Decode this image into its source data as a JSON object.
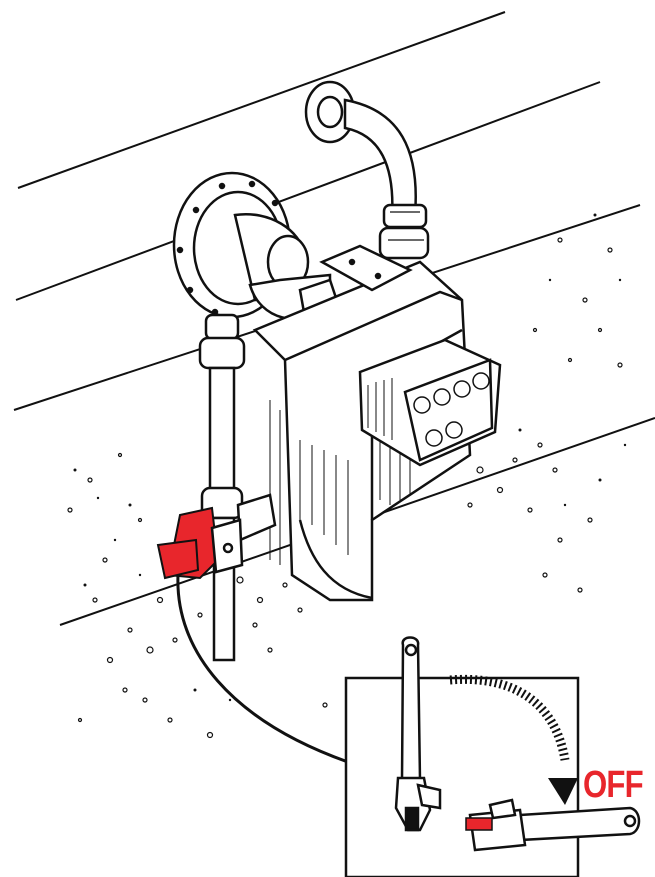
{
  "callout": {
    "label": "OFF"
  },
  "colors": {
    "accent": "#e8262c",
    "ink": "#111111",
    "paper": "#ffffff"
  },
  "icons": [
    "gas-meter-illustration",
    "shutoff-valve-handle",
    "adjustable-wrench",
    "rotation-arrow"
  ]
}
